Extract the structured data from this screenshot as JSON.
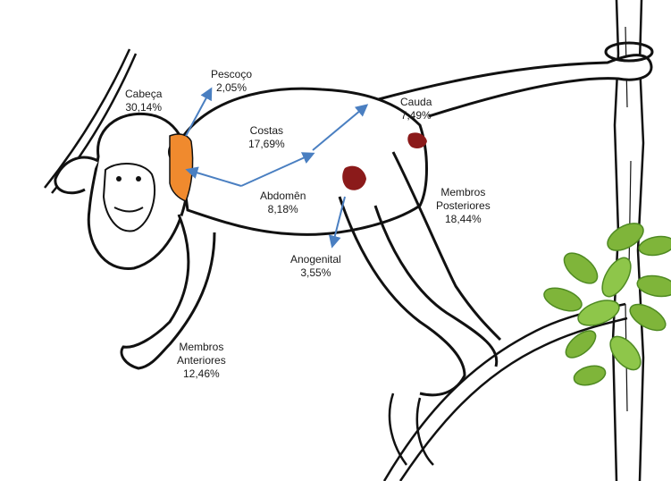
{
  "colors": {
    "outline": "#111111",
    "arrow": "#4a7fc1",
    "neck_highlight": "#f08a2e",
    "lesion": "#8b1a1a",
    "leaf": "#7fb53a",
    "leaf_dark": "#4f8a22",
    "bark": "#ffffff"
  },
  "labels": {
    "cabeca": {
      "name": "Cabeça",
      "value": "30,14%"
    },
    "pescoco": {
      "name": "Pescoço",
      "value": "2,05%"
    },
    "costas": {
      "name": "Costas",
      "value": "17,69%"
    },
    "cauda": {
      "name": "Cauda",
      "value": "7,49%"
    },
    "abdomen": {
      "name": "Abdomên",
      "value": "8,18%"
    },
    "membros_post": {
      "name1": "Membros",
      "name2": "Posteriores",
      "value": "18,44%"
    },
    "anogenital": {
      "name": "Anogenital",
      "value": "3,55%"
    },
    "membros_ant": {
      "name1": "Membros",
      "name2": "Anteriores",
      "value": "12,46%"
    }
  }
}
